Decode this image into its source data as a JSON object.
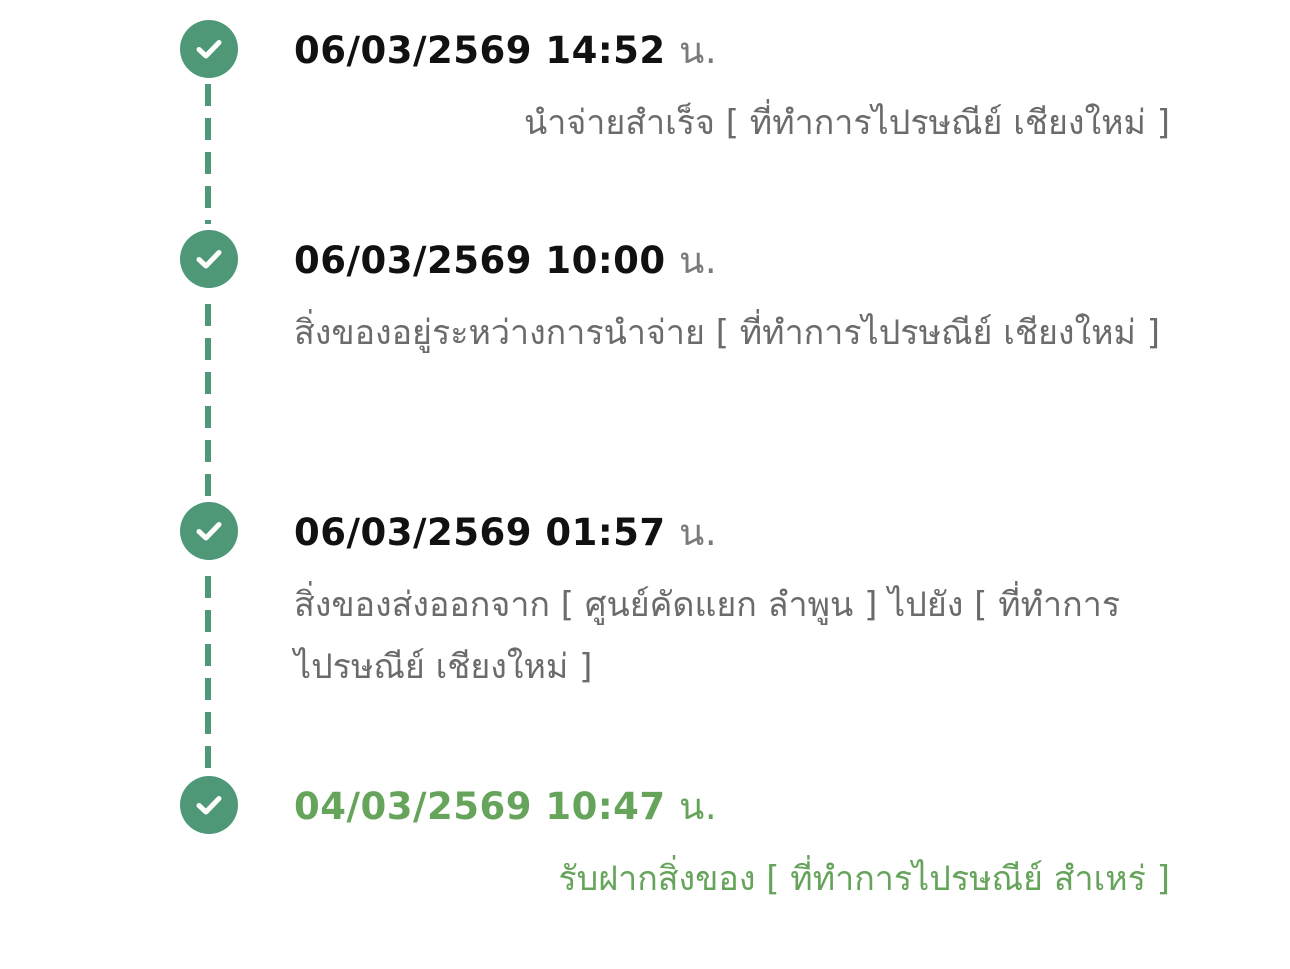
{
  "timeline": {
    "events": [
      {
        "date": "06/03/2569 14:52",
        "unit": "น.",
        "description": "นำจ่ายสำเร็จ [ ที่ทำการไปรษณีย์ เชียงใหม่ ]"
      },
      {
        "date": "06/03/2569 10:00",
        "unit": "น.",
        "description": "สิ่งของอยู่ระหว่างการนำจ่าย [ ที่ทำการไปรษณีย์ เชียงใหม่ ]"
      },
      {
        "date": "06/03/2569 01:57",
        "unit": "น.",
        "description": "สิ่งของส่งออกจาก [ ศูนย์คัดแยก ลำพูน ] ไปยัง [ ที่ทำการไปรษณีย์ เชียงใหม่ ]"
      },
      {
        "date": "04/03/2569 10:47",
        "unit": "น.",
        "description": "รับฝากสิ่งของ [ ที่ทำการไปรษณีย์ สำเหร่ ]"
      }
    ]
  },
  "colors": {
    "check_icon_bg": "#4e9878",
    "date_text": "#111111",
    "unit_text": "#7a7a7a",
    "description_text": "#6b6b6b",
    "origin_event_text": "#65a45a"
  },
  "icons": {
    "status": "check-circle-icon"
  }
}
